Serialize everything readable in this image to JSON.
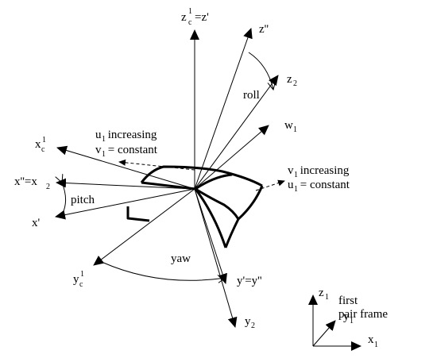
{
  "labels": {
    "zc1_main": "z",
    "zc1_sub": "c",
    "zc1_sup": "1",
    "zc1_eq": "=z'",
    "z_dd": "z''",
    "z2_main": "z",
    "z2_sub": "2",
    "roll": "roll",
    "w1_main": "w",
    "w1_sub": "1",
    "u1_line1_main": "u",
    "u1_line1_sub": "1",
    "u1_line1_rest": " increasing",
    "v1_line2_main": "v",
    "v1_line2_sub": "1",
    "v1_line2_rest": " = constant",
    "v1_line1_main": "v",
    "v1_line1_sub": "1",
    "v1_line1_rest": " increasing",
    "u1_line2_main": "u",
    "u1_line2_sub": "1",
    "u1_line2_rest": " = constant",
    "xc1_main": "x",
    "xc1_sub": "c",
    "xc1_sup": "1",
    "x_dd_eq": "x''=x",
    "x_dd_sub": "2",
    "pitch": "pitch",
    "x_p": "x'",
    "yaw": "yaw",
    "yc1_main": "y",
    "yc1_sub": "c",
    "yc1_sup": "1",
    "y_eq": "y'=y''",
    "y2_main": "y",
    "y2_sub": "2",
    "frame_z_main": "z",
    "frame_z_sub": "1",
    "frame_y_main": "y",
    "frame_y_sub": "1",
    "frame_x_main": "x",
    "frame_x_sub": "1",
    "frame_caption_1": "first",
    "frame_caption_2": "pair frame"
  }
}
